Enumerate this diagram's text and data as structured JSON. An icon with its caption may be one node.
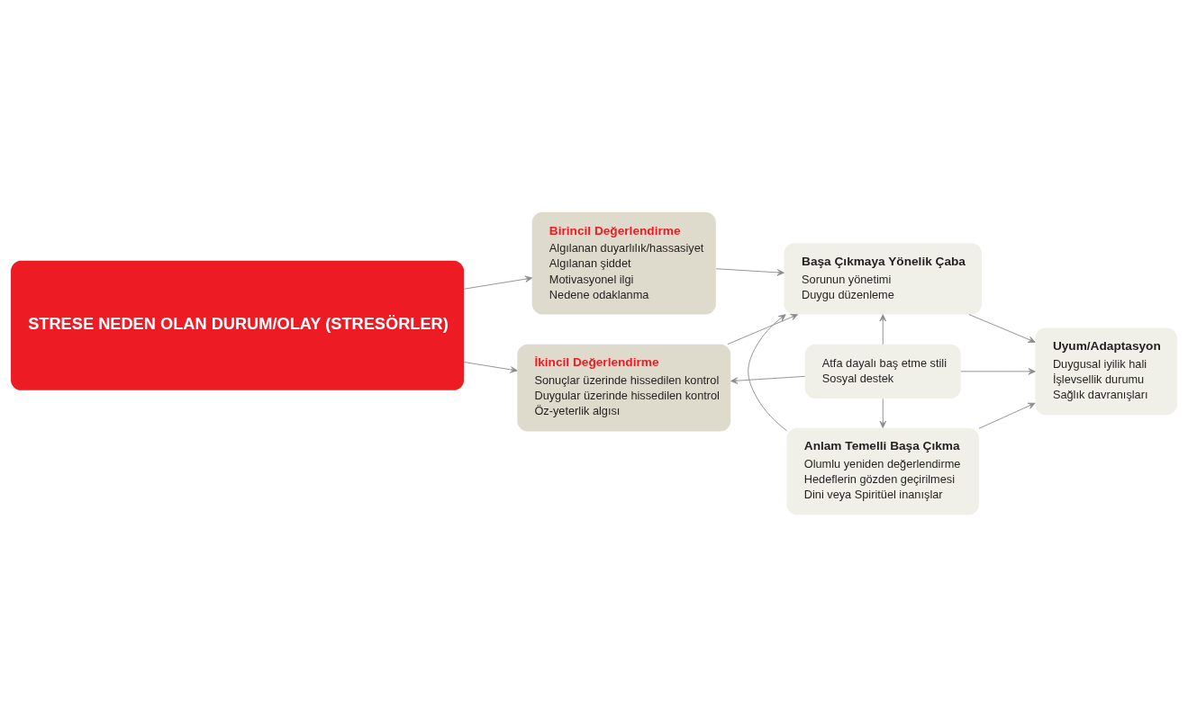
{
  "diagram": {
    "nodes": [
      {
        "text": [
          "STRESE NEDEN OLAN DURUM/OLAY (STRESÖRLER)"
        ]
      },
      {
        "text": [
          "Birincil Değerlendirme",
          "Algılanan duyarlılık/hassasiyet",
          "Algılanan şiddet",
          "Motivasyonel ilgi",
          "Nedene odaklanma"
        ]
      },
      {
        "text": [
          "İkincil Değerlendirme",
          "Sonuçlar üzerinde hissedilen kontrol",
          "Duygular üzerinde hissedilen kontrol",
          "Öz-yeterlik algısı"
        ]
      },
      {
        "text": [
          "Başa Çıkmaya Yönelik Çaba",
          "Sorunun yönetimi",
          "Duygu düzenleme"
        ]
      },
      {
        "text": [
          "Anlam Temelli Başa Çıkma",
          "Olumlu yeniden değerlendirme",
          "Hedeflerin gözden geçirilmesi",
          "Dini veya Spiritüel inanışlar"
        ]
      },
      {
        "text": [
          "Uyum/Adaptasyon",
          "Duygusal iyilik hali",
          "İşlevsellik durumu",
          "Sağlık davranışları"
        ]
      },
      {
        "text": [
          "Atfa dayalı baş etme stili",
          "Sosyal destek"
        ]
      }
    ],
    "edges": [
      {
        "from": 0,
        "to": 1,
        "arrow": "to"
      },
      {
        "from": 0,
        "to": 2,
        "arrow": "to"
      },
      {
        "from": 1,
        "to": 3,
        "arrow": "to"
      },
      {
        "from": 2,
        "to": 3,
        "arrow": "to"
      },
      {
        "from": 6,
        "to": 3,
        "arrow": "to"
      },
      {
        "from": 4,
        "to": 3,
        "arrow": "to"
      },
      {
        "from": 6,
        "to": 4,
        "arrow": "to"
      },
      {
        "from": 6,
        "to": 2,
        "arrow": "to"
      },
      {
        "from": 3,
        "to": 5,
        "arrow": "to"
      },
      {
        "from": 4,
        "to": 5,
        "arrow": "to"
      },
      {
        "from": 6,
        "to": 5,
        "arrow": "to"
      }
    ]
  }
}
